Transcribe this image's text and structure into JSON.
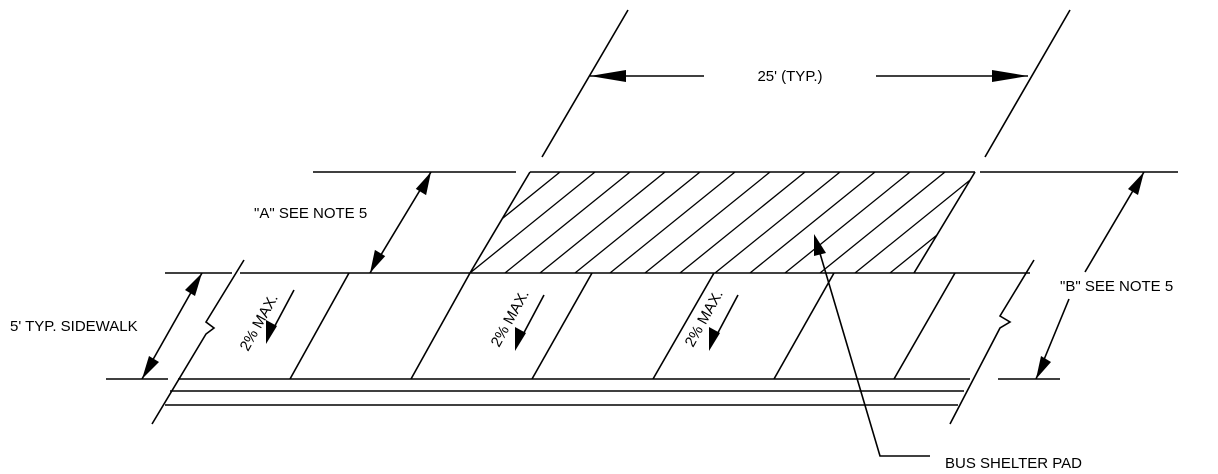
{
  "drawing": {
    "dimension_typical_length": "25' (TYP.)",
    "label_a": "\"A\" SEE NOTE 5",
    "label_b": "\"B\" SEE NOTE 5",
    "label_sidewalk": "5' TYP. SIDEWALK",
    "label_pad": "BUS SHELTER PAD",
    "slope_notes": [
      "2% MAX.",
      "2% MAX.",
      "2% MAX."
    ]
  }
}
